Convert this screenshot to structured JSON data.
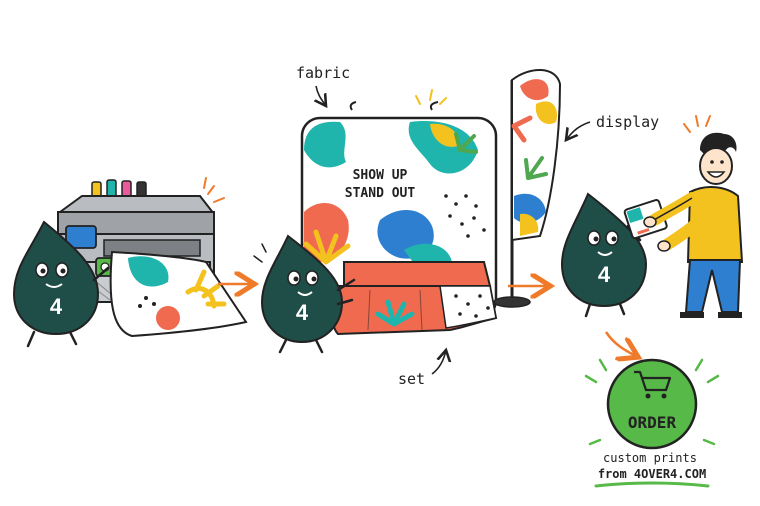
{
  "mascot": {
    "digit": "4",
    "color": "#1f4d48"
  },
  "labels": {
    "fabric": "fabric",
    "display": "display",
    "set": "set"
  },
  "backdrop": {
    "line1": "SHOW UP",
    "line2": "STAND OUT"
  },
  "order": {
    "button_label": "ORDER",
    "caption_line1": "custom prints",
    "caption_line2": "from 4OVER4.COM",
    "cart_icon": "shopping-cart-icon",
    "badge_color": "#57b947"
  },
  "palette": {
    "teal": "#1fb5ad",
    "yellow": "#f4c21f",
    "coral": "#ef6a4f",
    "blue": "#2f7fd1",
    "green": "#4fa84f",
    "orange_arrow": "#ef7b2a",
    "ink": "#222222"
  }
}
